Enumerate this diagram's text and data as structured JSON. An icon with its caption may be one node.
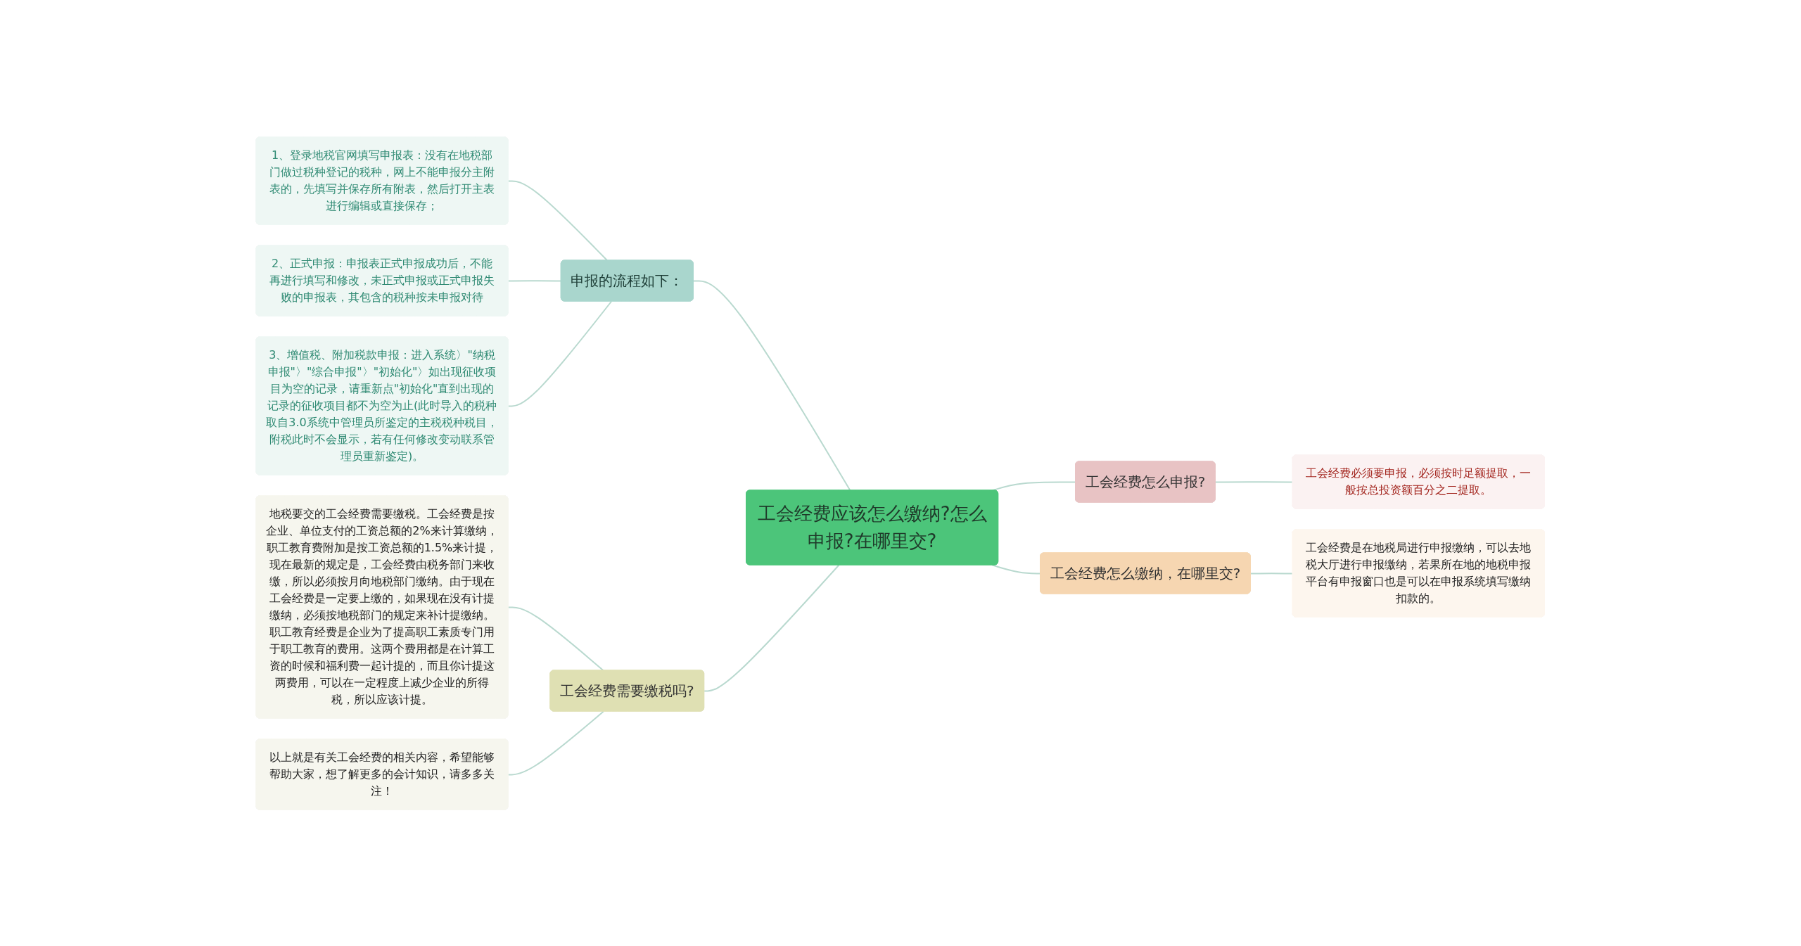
{
  "diagram": {
    "nodes": [
      {
        "text": [
          "工会经费应该怎么缴纳?怎么申报?在哪里交?"
        ]
      },
      {
        "text": [
          "申报的流程如下："
        ]
      },
      {
        "text": [
          "1、登录地税官网填写申报表：没有在地税部门做过税种登记的税种，网上不能申报分主附表的，先填写并保存所有附表，然后打开主表进行编辑或直接保存；"
        ]
      },
      {
        "text": [
          "2、正式申报：申报表正式申报成功后，不能再进行填写和修改，未正式申报或正式申报失败的申报表，其包含的税种按未申报对待"
        ]
      },
      {
        "text": [
          "3、增值税、附加税款申报：进入系统〉\"纳税申报\"〉\"综合申报\"〉\"初始化\"〉如出现征收项目为空的记录，请重新点\"初始化\"直到出现的记录的征收项目都不为空为止(此时导入的税种取自3.0系统中管理员所鉴定的主税税种税目，附税此时不会显示，若有任何修改变动联系管理员重新鉴定)。"
        ]
      },
      {
        "text": [
          "工会经费需要缴税吗?"
        ]
      },
      {
        "text": [
          "地税要交的工会经费需要缴税。工会经费是按企业、单位支付的工资总额的2%来计算缴纳，职工教育费附加是按工资总额的1.5%来计提，现在最新的规定是，工会经费由税务部门来收缴，所以必须按月向地税部门缴纳。由于现在工会经费是一定要上缴的，如果现在没有计提缴纳，必须按地税部门的规定来补计提缴纳。职工教育经费是企业为了提高职工素质专门用于职工教育的费用。这两个费用都是在计算工资的时候和福利费一起计提的，而且你计提这两费用，可以在一定程度上减少企业的所得税，所以应该计提。"
        ]
      },
      {
        "text": [
          "以上就是有关工会经费的相关内容，希望能够帮助大家，想了解更多的会计知识，请多多关注！"
        ]
      },
      {
        "text": [
          "工会经费怎么申报?"
        ]
      },
      {
        "text": [
          "工会经费必须要申报，必须按时足额提取，一般按总投资额百分之二提取。"
        ]
      },
      {
        "text": [
          "工会经费怎么缴纳，在哪里交?"
        ]
      },
      {
        "text": [
          "工会经费是在地税局进行申报缴纳，可以去地税大厅进行申报缴纳，若果所在地的地税申报平台有申报窗口也是可以在申报系统填写缴纳扣款的。"
        ]
      }
    ],
    "edges": [
      {
        "from": 0,
        "to": 1,
        "arrow": "none"
      },
      {
        "from": 1,
        "to": 2,
        "arrow": "none"
      },
      {
        "from": 1,
        "to": 3,
        "arrow": "none"
      },
      {
        "from": 1,
        "to": 4,
        "arrow": "none"
      },
      {
        "from": 0,
        "to": 5,
        "arrow": "none"
      },
      {
        "from": 5,
        "to": 6,
        "arrow": "none"
      },
      {
        "from": 5,
        "to": 7,
        "arrow": "none"
      },
      {
        "from": 0,
        "to": 8,
        "arrow": "none"
      },
      {
        "from": 8,
        "to": 9,
        "arrow": "none"
      },
      {
        "from": 0,
        "to": 10,
        "arrow": "none"
      },
      {
        "from": 10,
        "to": 11,
        "arrow": "none"
      }
    ]
  }
}
